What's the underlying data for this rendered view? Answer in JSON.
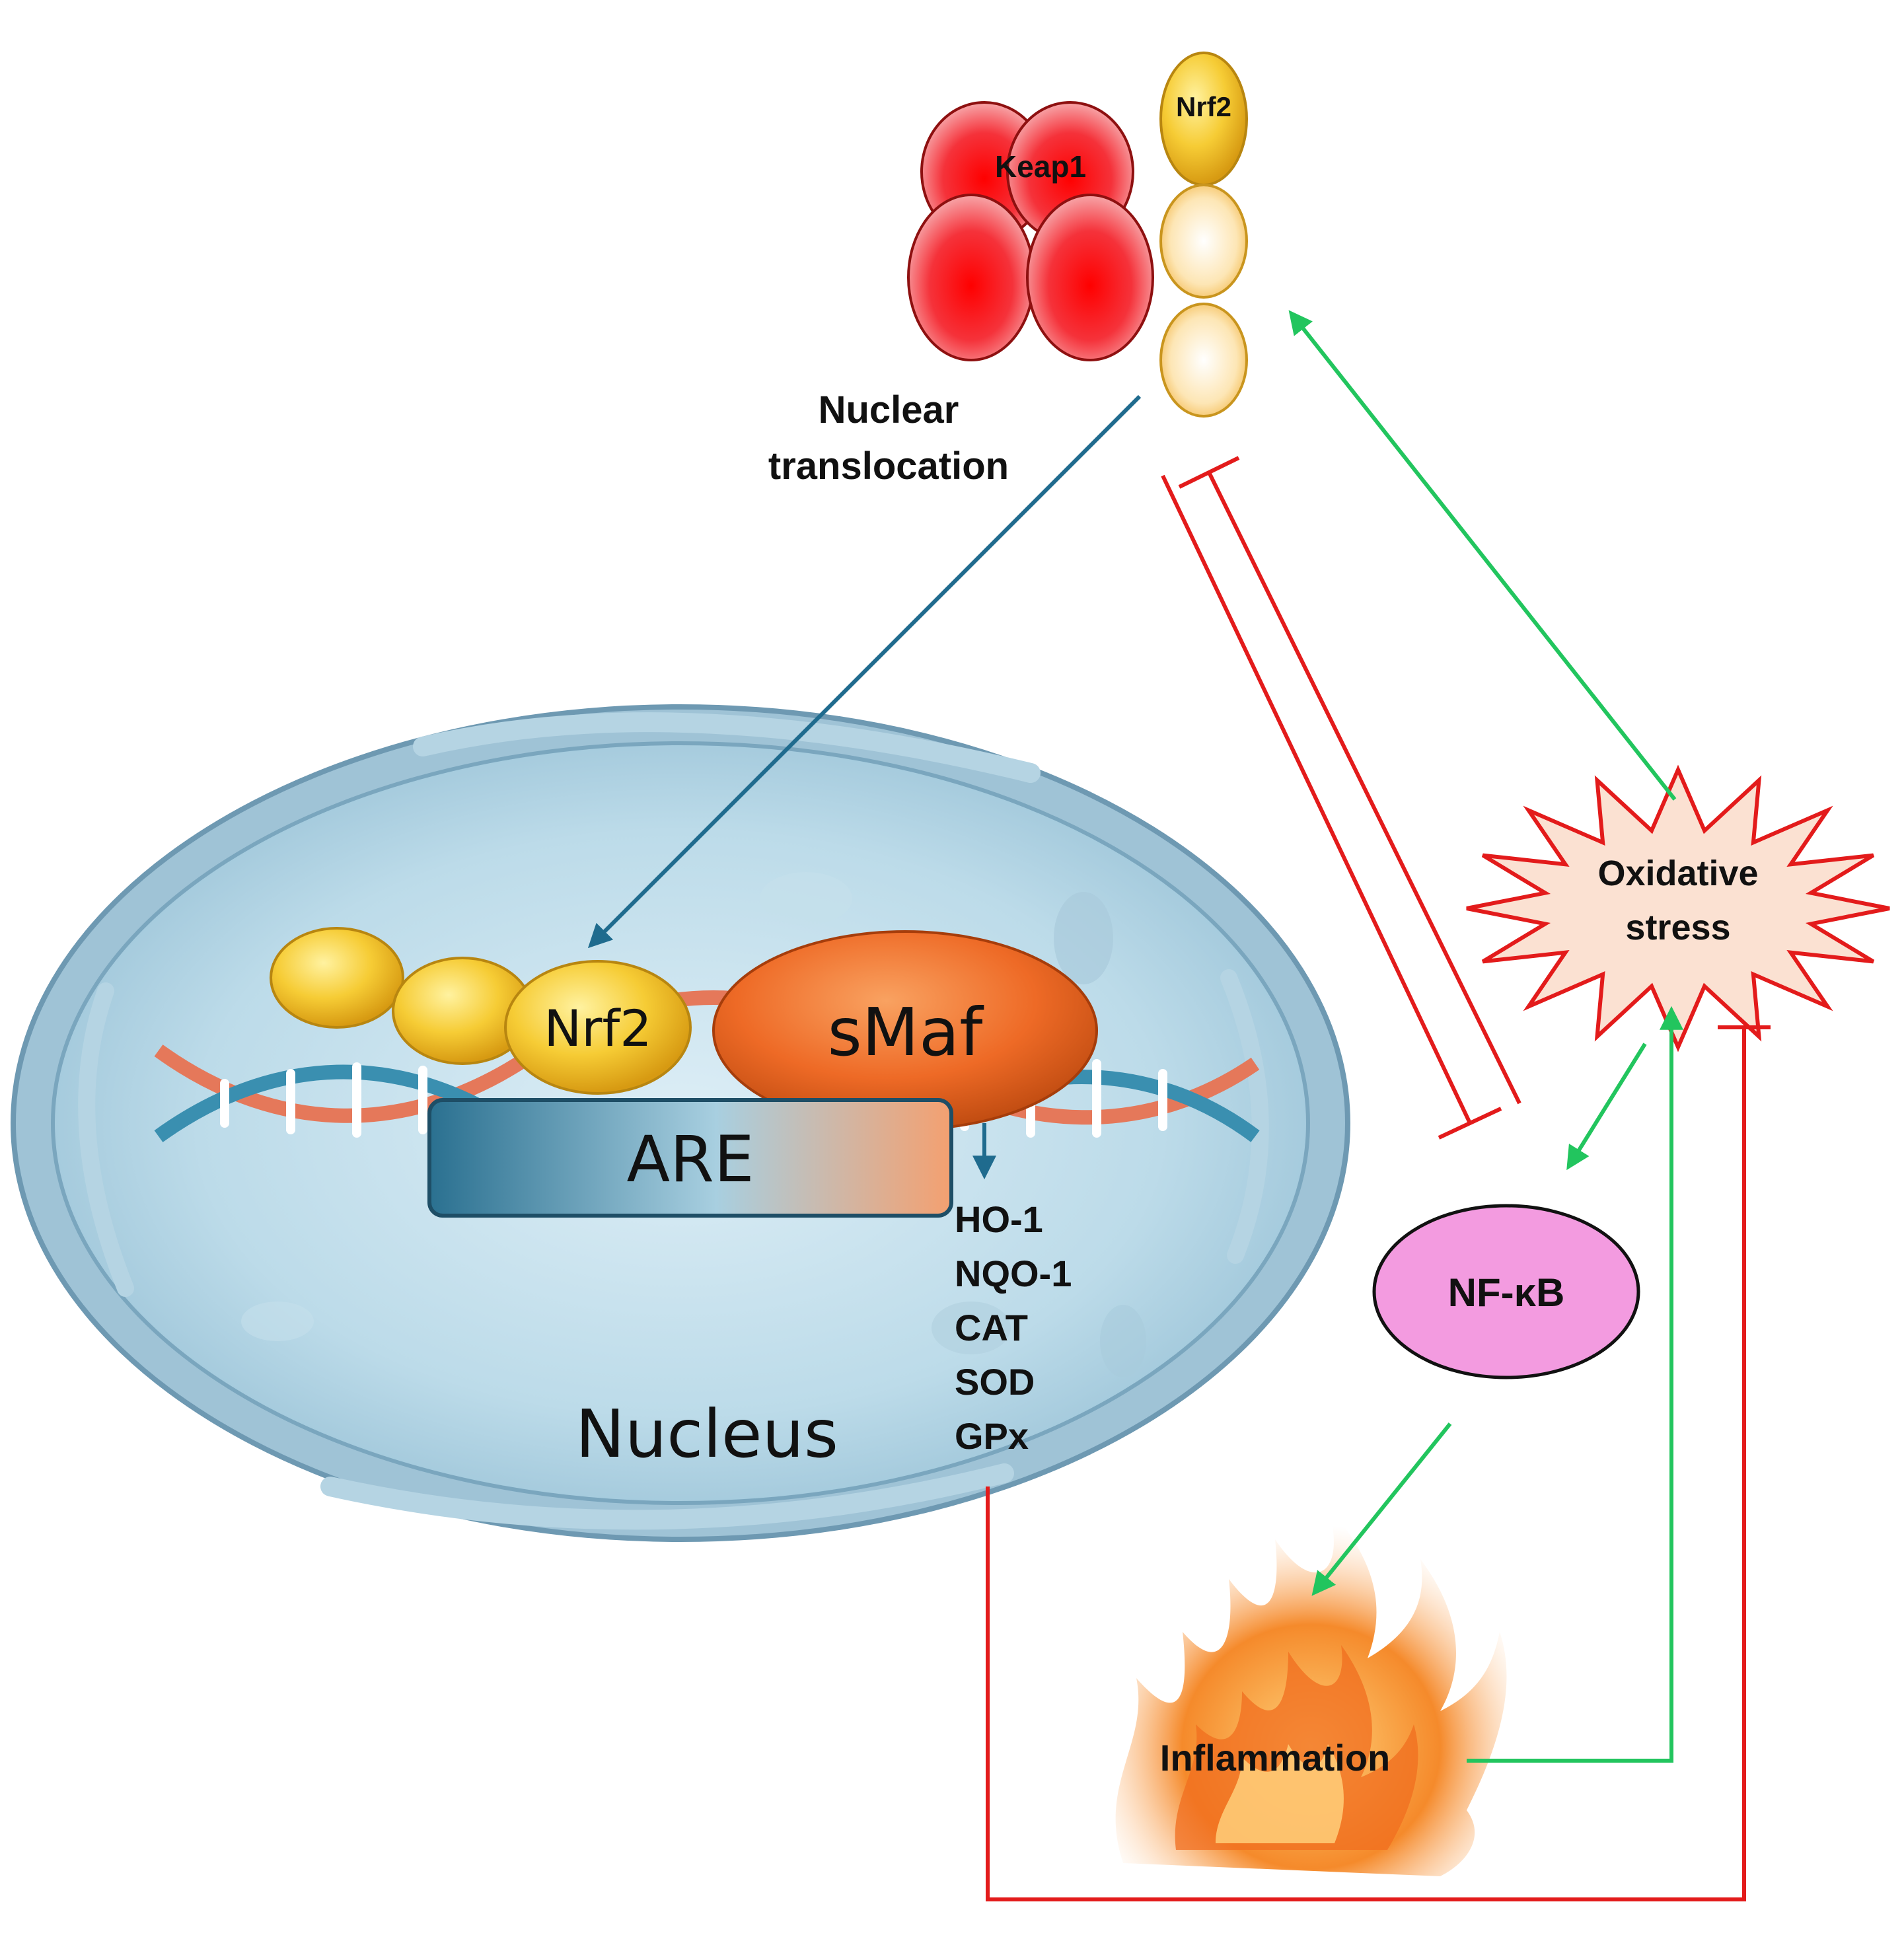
{
  "labels": {
    "keap1": "Keap1",
    "nrf2_top": "Nrf2",
    "nuclear_translocation_line1": "Nuclear",
    "nuclear_translocation_line2": "translocation",
    "nrf2_nucleus": "Nrf2",
    "smaf": "sMaf",
    "are": "ARE",
    "nucleus": "Nucleus",
    "oxidative_line1": "Oxidative",
    "oxidative_line2": "stress",
    "nfkb": "NF-κB",
    "inflammation": "Inflammation"
  },
  "genes": [
    "HO-1",
    "NQO-1",
    "CAT",
    "SOD",
    "GPx"
  ],
  "colors": {
    "activation_arrow": "#22c55e",
    "inhibition_line": "#e31b1b",
    "translocation_arrow": "#1f6b8e",
    "keap1": "#f01c1c",
    "nrf2": "#f2c52c",
    "smaf": "#ef6b28",
    "nfkb": "#f39be0",
    "nucleus": "#cfe6f0"
  }
}
